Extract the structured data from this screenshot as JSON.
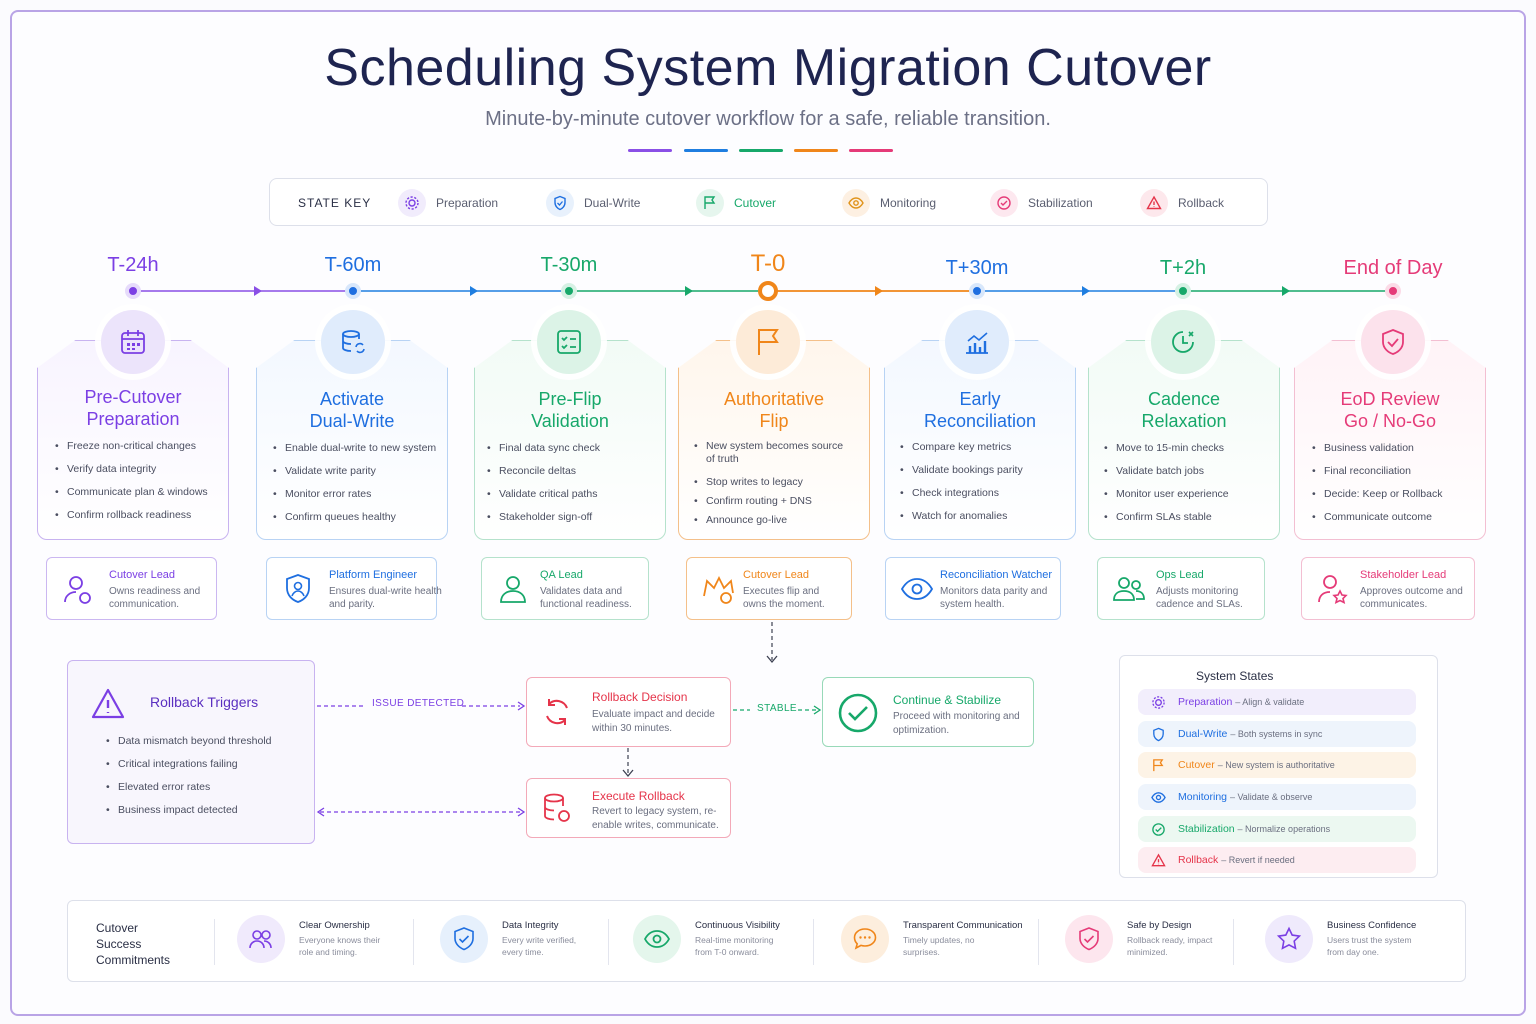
{
  "title": "Scheduling System Migration Cutover",
  "subtitle": "Minute-by-minute cutover workflow for a safe, reliable transition.",
  "colors": {
    "preparation": "#7b3fe4",
    "dualwrite": "#1f6fe0",
    "cutover": "#17a86a",
    "flip": "#f0861a",
    "stabilization": "#22a36a",
    "rollback": "#e53b78",
    "monitoring": "#e0931a"
  },
  "state_key": {
    "label": "STATE KEY",
    "items": [
      {
        "label": "Preparation",
        "icon": "gear-icon"
      },
      {
        "label": "Dual-Write",
        "icon": "shield-icon"
      },
      {
        "label": "Cutover",
        "icon": "flag-icon"
      },
      {
        "label": "Monitoring",
        "icon": "eye-icon"
      },
      {
        "label": "Stabilization",
        "icon": "check-circle-icon"
      },
      {
        "label": "Rollback",
        "icon": "warning-icon"
      }
    ]
  },
  "timeline": [
    {
      "time": "T-24h",
      "title1": "Pre-Cutover",
      "title2": "Preparation",
      "icon": "calendar-icon",
      "bullets": [
        "Freeze non-critical changes",
        "Verify data integrity",
        "Communicate plan & windows",
        "Confirm rollback readiness"
      ],
      "role": {
        "title": "Cutover Lead",
        "desc": "Owns readiness and communication.",
        "icon": "user-icon"
      }
    },
    {
      "time": "T-60m",
      "title1": "Activate",
      "title2": "Dual-Write",
      "icon": "database-sync-icon",
      "bullets": [
        "Enable dual-write to new system",
        "Validate write parity",
        "Monitor error rates",
        "Confirm queues healthy"
      ],
      "role": {
        "title": "Platform Engineer",
        "desc": "Ensures dual-write health and parity.",
        "icon": "shield-user-icon"
      }
    },
    {
      "time": "T-30m",
      "title1": "Pre-Flip",
      "title2": "Validation",
      "icon": "checklist-icon",
      "bullets": [
        "Final data sync check",
        "Reconcile deltas",
        "Validate critical paths",
        "Stakeholder sign-off"
      ],
      "role": {
        "title": "QA Lead",
        "desc": "Validates data and functional readiness.",
        "icon": "user-icon"
      }
    },
    {
      "time": "T-0",
      "title1": "Authoritative",
      "title2": "Flip",
      "icon": "flag-icon",
      "bullets": [
        "New system becomes source of truth",
        "Stop writes to legacy",
        "Confirm routing + DNS",
        "Announce go-live"
      ],
      "role": {
        "title": "Cutover Lead",
        "desc": "Executes flip and owns the moment.",
        "icon": "crown-icon"
      }
    },
    {
      "time": "T+30m",
      "title1": "Early",
      "title2": "Reconciliation",
      "icon": "chart-icon",
      "bullets": [
        "Compare key metrics",
        "Validate bookings parity",
        "Check integrations",
        "Watch for anomalies"
      ],
      "role": {
        "title": "Reconciliation Watcher",
        "desc": "Monitors data parity and system health.",
        "icon": "eye-icon"
      }
    },
    {
      "time": "T+2h",
      "title1": "Cadence",
      "title2": "Relaxation",
      "icon": "clock-icon",
      "bullets": [
        "Move to 15-min checks",
        "Validate batch jobs",
        "Monitor user experience",
        "Confirm SLAs stable"
      ],
      "role": {
        "title": "Ops Lead",
        "desc": "Adjusts monitoring cadence and SLAs.",
        "icon": "users-icon"
      }
    },
    {
      "time": "End of Day",
      "title1": "EoD Review",
      "title2": "Go / No-Go",
      "icon": "shield-check-icon",
      "bullets": [
        "Business validation",
        "Final reconciliation",
        "Decide: Keep or Rollback",
        "Communicate outcome"
      ],
      "role": {
        "title": "Stakeholder Lead",
        "desc": "Approves outcome and communicates.",
        "icon": "user-star-icon"
      }
    }
  ],
  "rollback": {
    "title": "Rollback Triggers",
    "items": [
      "Data mismatch beyond threshold",
      "Critical integrations failing",
      "Elevated error rates",
      "Business impact detected"
    ],
    "issue_label": "ISSUE DETECTED",
    "stable_label": "STABLE",
    "decision_title": "Rollback Decision",
    "decision_desc": "Evaluate impact and decide within 30 minutes.",
    "execute_title": "Execute Rollback",
    "execute_desc": "Revert to legacy system, re-enable writes, communicate.",
    "continue_title": "Continue & Stabilize",
    "continue_desc": "Proceed with monitoring and optimization."
  },
  "system_states": {
    "title": "System States",
    "rows": [
      {
        "name": "Preparation",
        "desc": "– Align & validate",
        "icon": "gear-icon"
      },
      {
        "name": "Dual-Write",
        "desc": "– Both systems in sync",
        "icon": "shield-icon"
      },
      {
        "name": "Cutover",
        "desc": "– New system is authoritative",
        "icon": "flag-icon"
      },
      {
        "name": "Monitoring",
        "desc": "– Validate & observe",
        "icon": "eye-icon"
      },
      {
        "name": "Stabilization",
        "desc": "– Normalize operations",
        "icon": "check-circle-icon"
      },
      {
        "name": "Rollback",
        "desc": "– Revert if needed",
        "icon": "warning-icon"
      }
    ]
  },
  "commitments": {
    "label1": "Cutover",
    "label2": "Success",
    "label3": "Commitments",
    "items": [
      {
        "title": "Clear Ownership",
        "desc": "Everyone knows their role and timing.",
        "icon": "users-icon"
      },
      {
        "title": "Data Integrity",
        "desc": "Every write verified, every time.",
        "icon": "shield-check-icon"
      },
      {
        "title": "Continuous Visibility",
        "desc": "Real-time monitoring from T-0 onward.",
        "icon": "eye-icon"
      },
      {
        "title": "Transparent Communication",
        "desc": "Timely updates, no surprises.",
        "icon": "chat-icon"
      },
      {
        "title": "Safe by Design",
        "desc": "Rollback ready, impact minimized.",
        "icon": "shield-heart-icon"
      },
      {
        "title": "Business Confidence",
        "desc": "Users trust the system from day one.",
        "icon": "star-icon"
      }
    ]
  }
}
